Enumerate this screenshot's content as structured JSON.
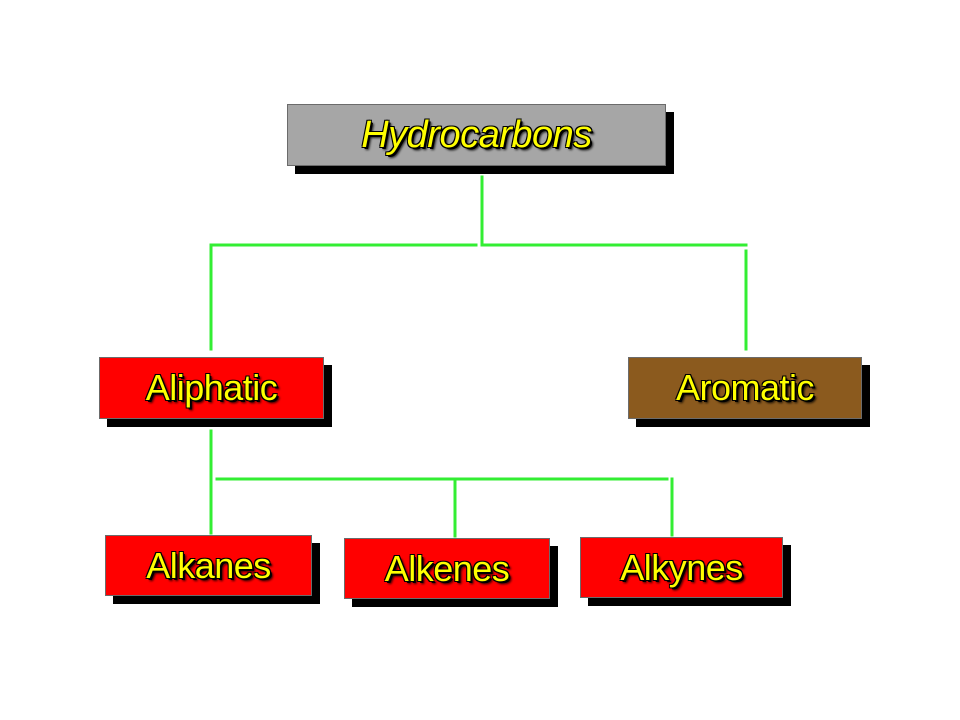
{
  "colors": {
    "connector": "#33ee33",
    "root_fill": "#a6a6a6",
    "aliphatic_fill": "#ff0000",
    "aromatic_fill": "#8b5a1e",
    "subclass_fill": "#ff0000",
    "label_text": "#ffff00",
    "shadow": "#000000"
  },
  "nodes": {
    "root": {
      "label": "Hydrocarbons"
    },
    "aliphatic": {
      "label": "Aliphatic"
    },
    "aromatic": {
      "label": "Aromatic"
    },
    "alkanes": {
      "label": "Alkanes"
    },
    "alkenes": {
      "label": "Alkenes"
    },
    "alkynes": {
      "label": "Alkynes"
    }
  },
  "edges": [
    {
      "from": "root",
      "to": "aliphatic"
    },
    {
      "from": "root",
      "to": "aromatic"
    },
    {
      "from": "aliphatic",
      "to": "alkanes"
    },
    {
      "from": "aliphatic",
      "to": "alkenes"
    },
    {
      "from": "aliphatic",
      "to": "alkynes"
    }
  ]
}
